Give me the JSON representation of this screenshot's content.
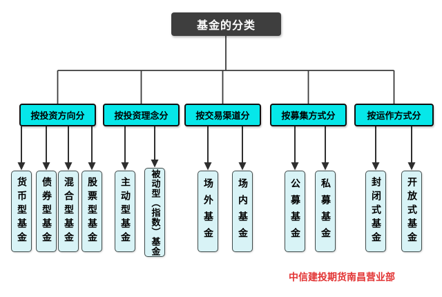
{
  "diagram": {
    "root": {
      "label": "基金的分类"
    },
    "branches": [
      {
        "label": "按投资方向分",
        "children": [
          "货币型基金",
          "债券型基金",
          "混合型基金",
          "股票型基金"
        ]
      },
      {
        "label": "按投资理念分",
        "children": [
          "主动型基金",
          "被动型（指数）基金"
        ]
      },
      {
        "label": "按交易渠道分",
        "children": [
          "场外基金",
          "场内基金"
        ]
      },
      {
        "label": "按募集方式分",
        "children": [
          "公募基金",
          "私募基金"
        ]
      },
      {
        "label": "按运作方式分",
        "children": [
          "封闭式基金",
          "开放式基金"
        ]
      }
    ]
  },
  "watermark": {
    "text": "中信建投期货南昌营业部",
    "color": "#e23333"
  },
  "colors": {
    "root_background": "#3e3e3e",
    "root_text": "#ffffff",
    "branch_background": "#06e7e9",
    "branch_border": "#101010",
    "leaf_background": "#d8f3f6",
    "leaf_border": "#3f4a4a",
    "connector_line": "#3a3a3a",
    "page_background": "#ffffff"
  }
}
